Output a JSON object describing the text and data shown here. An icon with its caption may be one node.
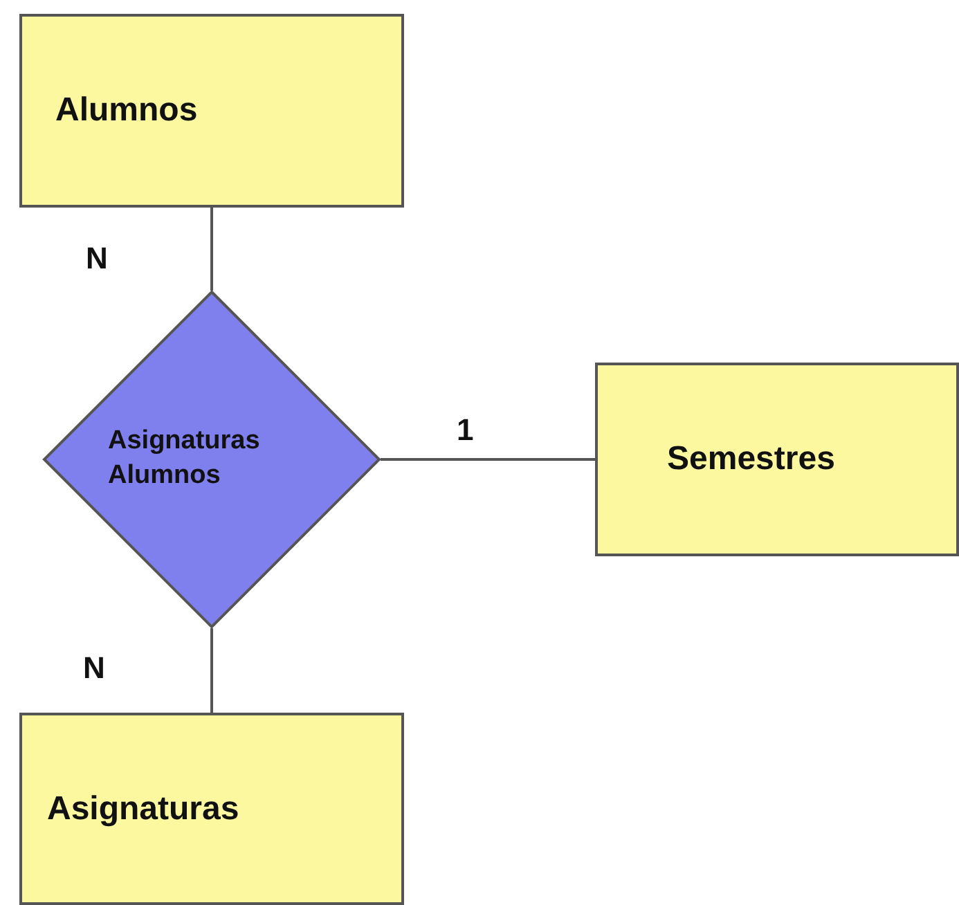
{
  "diagram": {
    "nodes": [
      {
        "text": [
          "Alumnos"
        ]
      },
      {
        "text": [
          "Asignaturas Alumnos"
        ]
      },
      {
        "text": [
          "Semestres"
        ]
      },
      {
        "text": [
          "Asignaturas"
        ]
      }
    ],
    "edges": [
      {
        "from": 0,
        "to": 1,
        "arrow": "none",
        "label": "N"
      },
      {
        "from": 1,
        "to": 2,
        "arrow": "none",
        "label": "1"
      },
      {
        "from": 1,
        "to": 3,
        "arrow": "none",
        "label": "N"
      }
    ]
  }
}
